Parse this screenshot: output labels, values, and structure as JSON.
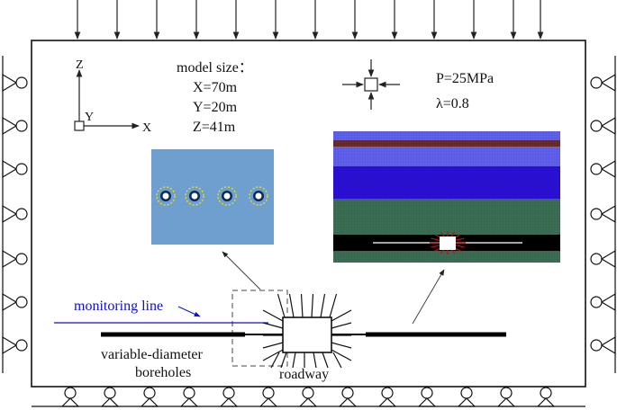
{
  "axes": {
    "z_label": "Z",
    "y_label": "Y",
    "x_label": "X"
  },
  "model_size": {
    "title": "model size：",
    "x": "X=70m",
    "y": "Y=20m",
    "z": "Z=41m"
  },
  "loading": {
    "pressure": "P=25MPa",
    "lambda": "λ=0.8"
  },
  "labels": {
    "monitoring_line": "monitoring line",
    "boreholes_line1": "variable-diameter",
    "boreholes_line2": "boreholes",
    "roadway": "roadway"
  },
  "colors": {
    "monitoring": "#1010c8",
    "inset_bg": "#6f9fcf",
    "borehole_ring": "#f2e400",
    "mesh_top": "#6060ee",
    "mesh_band_brown": "#6b2b2b",
    "mesh_blue": "#2a10d6",
    "mesh_green": "#3b6e55",
    "mesh_black": "#000000",
    "mesh_red": "#c01010"
  }
}
